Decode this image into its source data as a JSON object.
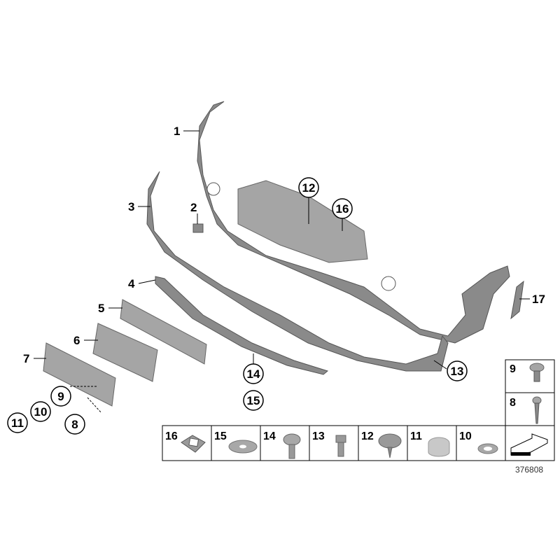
{
  "callouts": {
    "c1": "1",
    "c2": "2",
    "c3": "3",
    "c4": "4",
    "c5": "5",
    "c6": "6",
    "c7": "7",
    "c8": "8",
    "c9": "9",
    "c10": "10",
    "c11": "11",
    "c12": "12",
    "c13": "13",
    "c14": "14",
    "c15": "15",
    "c16": "16",
    "c17": "17"
  },
  "parts_table": {
    "bottom_row": [
      "16",
      "15",
      "14",
      "13",
      "12",
      "11",
      "10"
    ],
    "right_column": [
      "9",
      "8"
    ]
  },
  "document_number": "376808"
}
